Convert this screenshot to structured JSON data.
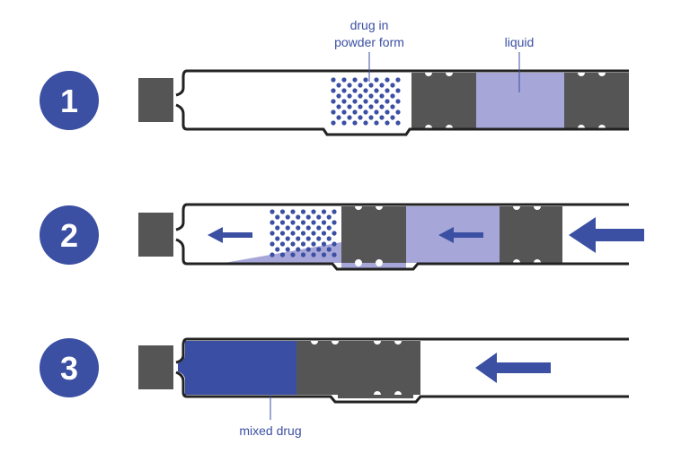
{
  "steps": [
    {
      "number": "1"
    },
    {
      "number": "2"
    },
    {
      "number": "3"
    }
  ],
  "labels": {
    "powder_line1": "drug in",
    "powder_line2": "powder form",
    "liquid": "liquid",
    "mixed": "mixed drug"
  },
  "colors": {
    "badge": "#3b4fa3",
    "plunger": "#555555",
    "liquid": "#a6a7d8",
    "mixed": "#3a4ea3",
    "dots": "#3b4fa3",
    "outline": "#222222"
  }
}
